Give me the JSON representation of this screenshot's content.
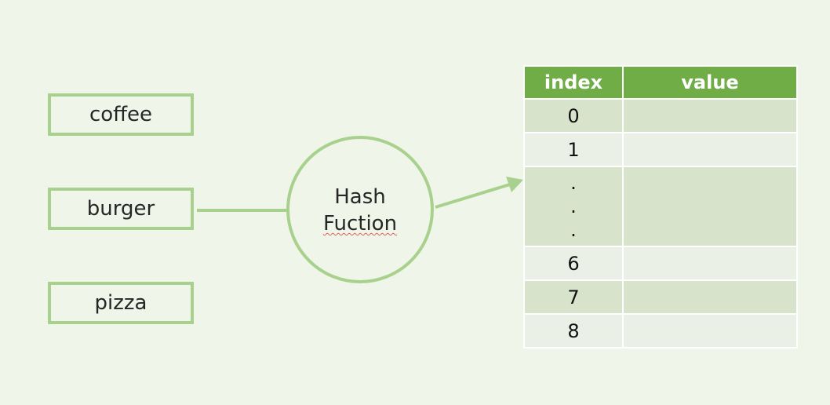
{
  "keys": [
    "coffee",
    "burger",
    "pizza"
  ],
  "hash_function": {
    "line1": "Hash",
    "line2": "Fuction"
  },
  "table": {
    "headers": {
      "index": "index",
      "value": "value"
    },
    "rows": [
      {
        "index": "0",
        "value": ""
      },
      {
        "index": "1",
        "value": ""
      },
      {
        "index": "",
        "dots": ".",
        "value": ""
      },
      {
        "index": "6",
        "value": ""
      },
      {
        "index": "7",
        "value": ""
      },
      {
        "index": "8",
        "value": ""
      }
    ]
  },
  "colors": {
    "background": "#eff5e8",
    "box_border": "#a9d18e",
    "header_fill": "#70ad47",
    "row_dark": "#d7e3cb",
    "row_light": "#ebf0e6"
  }
}
